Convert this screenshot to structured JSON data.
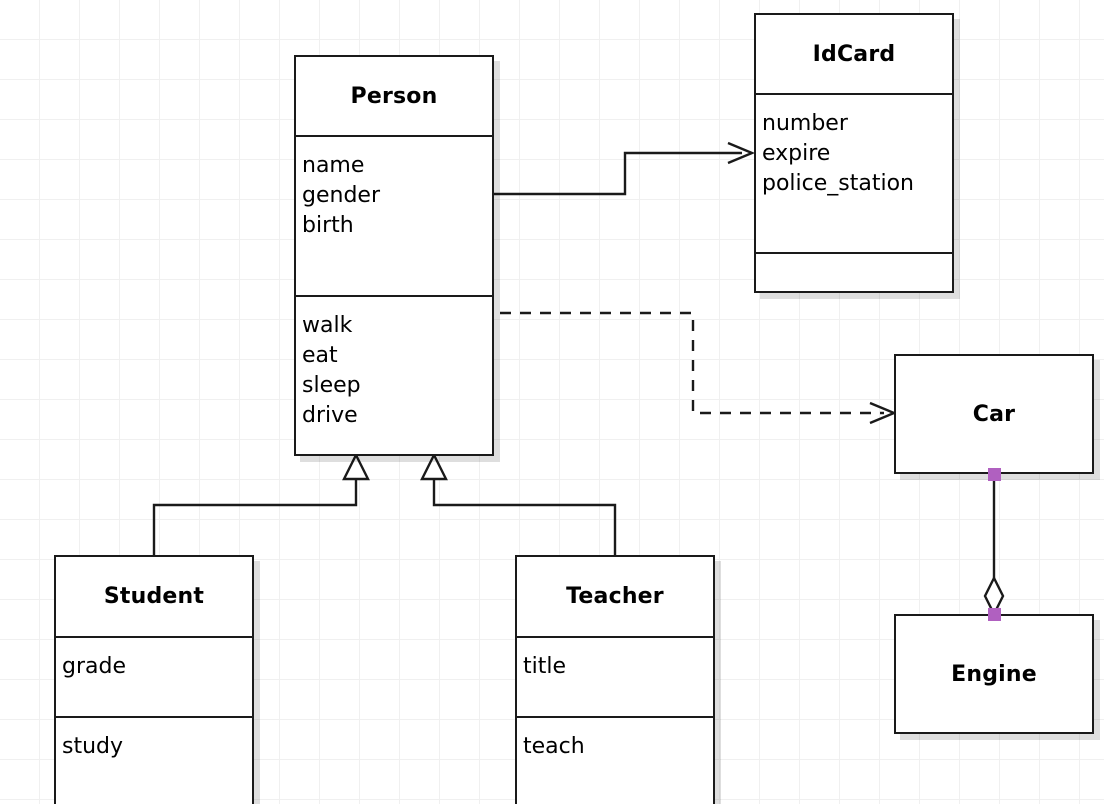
{
  "diagram": {
    "type": "uml-class-diagram",
    "background": "#ffffff",
    "grid_color": "#f0f0f0",
    "grid_size": 40,
    "line_color": "#1a1a1a",
    "handle_color": "#b060c0",
    "classes": [
      {
        "id": "person",
        "name": "Person",
        "attributes": [
          "name",
          "gender",
          "birth"
        ],
        "methods": [
          "walk",
          "eat",
          "sleep",
          "drive"
        ]
      },
      {
        "id": "idcard",
        "name": "IdCard",
        "attributes": [
          "number",
          "expire",
          "police_station"
        ],
        "methods": []
      },
      {
        "id": "student",
        "name": "Student",
        "attributes": [
          "grade"
        ],
        "methods": [
          "study"
        ]
      },
      {
        "id": "teacher",
        "name": "Teacher",
        "attributes": [
          "title"
        ],
        "methods": [
          "teach"
        ]
      },
      {
        "id": "car",
        "name": "Car",
        "attributes": [],
        "methods": []
      },
      {
        "id": "engine",
        "name": "Engine",
        "attributes": [],
        "methods": []
      }
    ],
    "relationships": [
      {
        "id": "person-idcard",
        "kind": "association",
        "from": "Person",
        "to": "IdCard",
        "style": "solid",
        "arrow": "open"
      },
      {
        "id": "person-car",
        "kind": "dependency",
        "from": "Person",
        "to": "Car",
        "style": "dashed",
        "arrow": "open"
      },
      {
        "id": "student-person",
        "kind": "generalization",
        "from": "Student",
        "to": "Person",
        "style": "solid",
        "arrow": "hollow-triangle"
      },
      {
        "id": "teacher-person",
        "kind": "generalization",
        "from": "Teacher",
        "to": "Person",
        "style": "solid",
        "arrow": "hollow-triangle"
      },
      {
        "id": "car-engine",
        "kind": "aggregation",
        "from": "Car",
        "to": "Engine",
        "style": "solid",
        "arrow": "hollow-diamond"
      }
    ]
  }
}
